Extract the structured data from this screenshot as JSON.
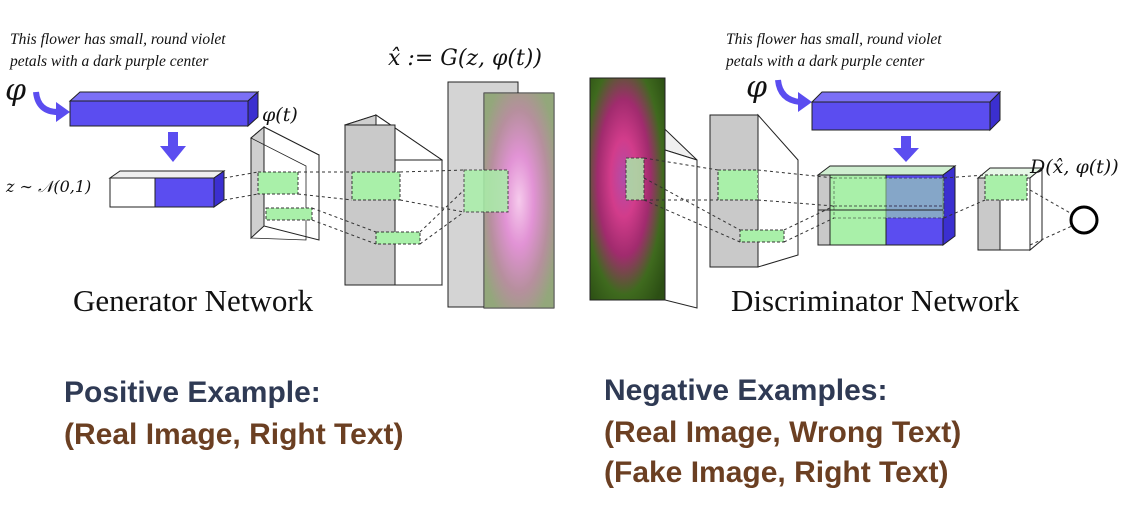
{
  "generator": {
    "caption_line1": "This flower has small, round violet",
    "caption_line2": "petals with a dark purple center",
    "phi_symbol": "φ",
    "phi_t_label": "φ(t)",
    "z_label": "z ∼ 𝒩(0,1)",
    "output_label": "x̂ := G(z, φ(t))",
    "title": "Generator Network"
  },
  "discriminator": {
    "caption_line1": "This flower has small, round violet",
    "caption_line2": "petals with a dark purple center",
    "phi_symbol": "φ",
    "output_label": "D(x̂, φ(t))",
    "title": "Discriminator Network"
  },
  "examples": {
    "positive_heading": "Positive Example:",
    "positive_lines": [
      "(Real Image, Right Text)"
    ],
    "negative_heading": "Negative Examples:",
    "negative_lines": [
      "(Real Image, Wrong Text)",
      "(Fake Image, Right Text)"
    ]
  },
  "colors": {
    "embedding_blue": "#5b4df0",
    "feature_green": "#a9f0a9",
    "heading_navy": "#2f3a54",
    "line_brown": "#6b3f22"
  }
}
